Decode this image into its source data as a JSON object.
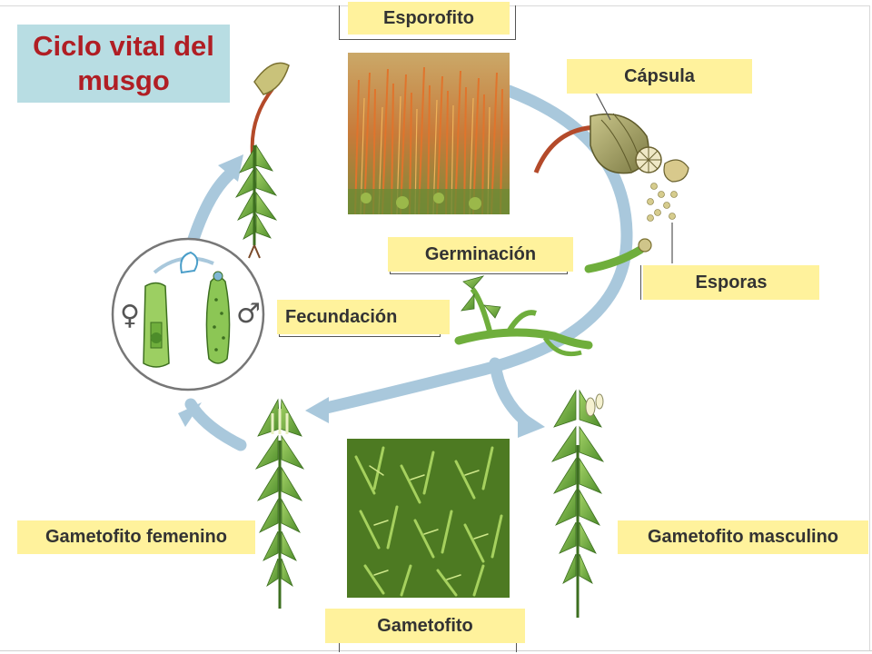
{
  "title": "Ciclo vital del musgo",
  "labels": {
    "esporofito": "Esporofito",
    "capsula": "Cápsula",
    "germinacion": "Germinación",
    "esporas": "Esporas",
    "fecundacion": "Fecundación",
    "gametofito_femenino": "Gametofito femenino",
    "gametofito_masculino": "Gametofito masculino",
    "gametofito": "Gametofito"
  },
  "symbols": {
    "female": "♀",
    "male": "♂"
  },
  "colors": {
    "title_bg": "#b8dde3",
    "title_text": "#b01e24",
    "label_bg": "#fff29c",
    "arrow": "#a9c8dc",
    "moss_green": "#6fae3c",
    "sporophyte_orange": "#c8642a"
  }
}
